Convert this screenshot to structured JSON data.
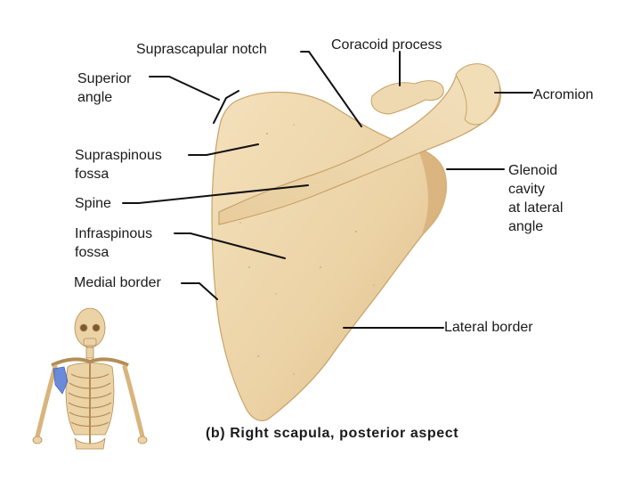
{
  "labels": {
    "suprascapular_notch": "Suprascapular notch",
    "coracoid_process": "Coracoid process",
    "superior_angle": [
      "Superior",
      "angle"
    ],
    "acromion": "Acromion",
    "supraspinous_fossa": [
      "Supraspinous",
      "fossa"
    ],
    "glenoid_cavity": [
      "Glenoid",
      "cavity",
      "at lateral",
      "angle"
    ],
    "spine": "Spine",
    "infraspinous_fossa": [
      "Infraspinous",
      "fossa"
    ],
    "medial_border": "Medial border",
    "lateral_border": "Lateral border"
  },
  "caption": "(b) Right scapula, posterior aspect",
  "colors": {
    "bone": "#ecd3a6",
    "bone_shadow": "#d9b47c",
    "bone_highlight": "#f6e6c6",
    "leader_line": "#111111",
    "highlight_region": "#5b7fd6"
  }
}
